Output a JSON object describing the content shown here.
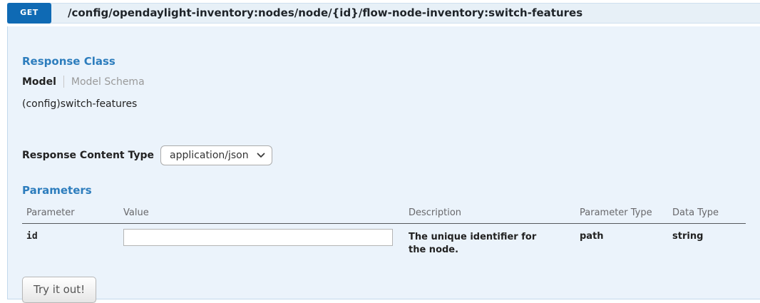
{
  "operation": {
    "method": "GET",
    "path": "/config/opendaylight-inventory:nodes/node/{id}/flow-node-inventory:switch-features"
  },
  "response_class": {
    "title": "Response Class",
    "tabs": [
      {
        "label": "Model",
        "active": true
      },
      {
        "label": "Model Schema",
        "active": false
      }
    ],
    "model_text": "(config)switch-features"
  },
  "response_content_type": {
    "label": "Response Content Type",
    "selected": "application/json",
    "chevron_icon": "chevron-down-icon"
  },
  "parameters": {
    "title": "Parameters",
    "columns": [
      "Parameter",
      "Value",
      "Description",
      "Parameter Type",
      "Data Type"
    ],
    "rows": [
      {
        "parameter": "id",
        "value": "",
        "description": "The unique identifier for the node.",
        "parameter_type": "path",
        "data_type": "string"
      }
    ]
  },
  "actions": {
    "try_it_out": "Try it out!"
  },
  "colors": {
    "get_badge": "#0f6ab4",
    "heading_bg": "#e7f0f7",
    "content_bg": "#ebf3fb",
    "panel_border": "#c3d9ec",
    "section_title_blue": "#2d7dbd"
  }
}
